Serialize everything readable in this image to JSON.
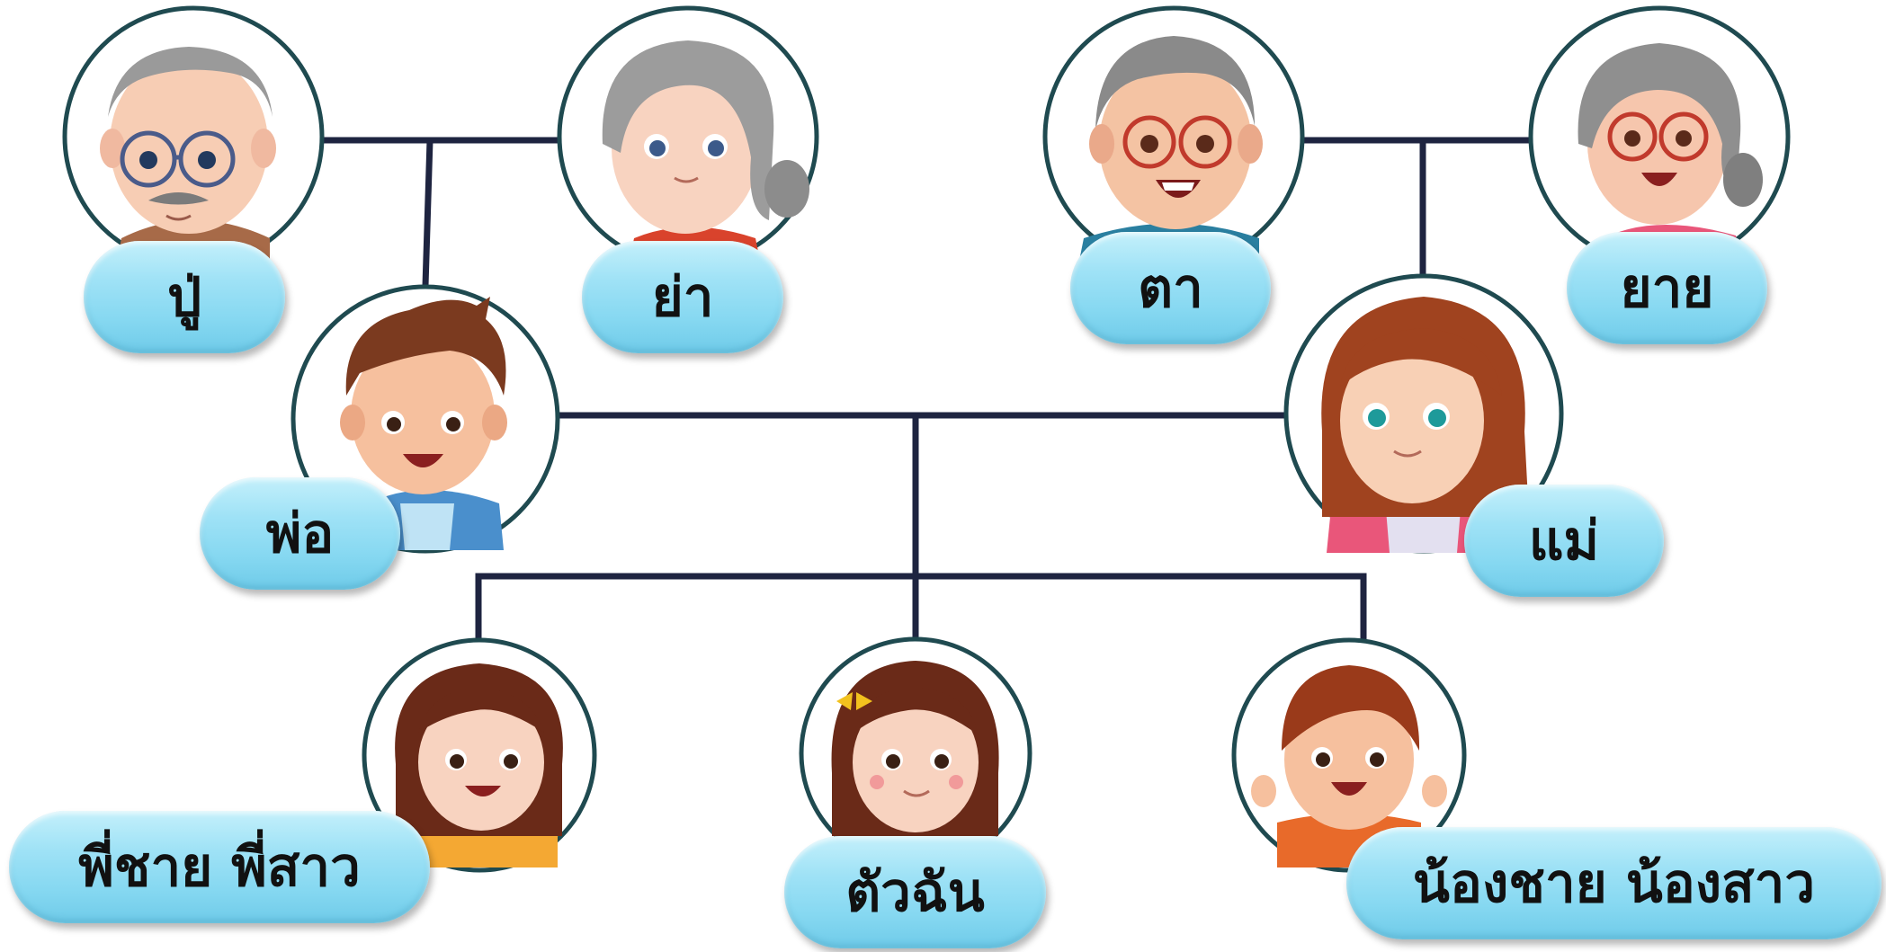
{
  "members": {
    "paternal_grandfather": {
      "label": "ปู่",
      "icon": "elderly-man-icon"
    },
    "paternal_grandmother": {
      "label": "ย่า",
      "icon": "elderly-woman-icon"
    },
    "maternal_grandfather": {
      "label": "ตา",
      "icon": "elderly-man-icon"
    },
    "maternal_grandmother": {
      "label": "ยาย",
      "icon": "elderly-woman-icon"
    },
    "father": {
      "label": "พ่อ",
      "icon": "boy-icon"
    },
    "mother": {
      "label": "แม่",
      "icon": "girl-icon"
    },
    "older_siblings": {
      "label": "พี่ชาย พี่สาว",
      "icon": "girl-icon"
    },
    "self": {
      "label": "ตัวฉัน",
      "icon": "girl-icon"
    },
    "younger_siblings": {
      "label": "น้องชาย น้องสาว",
      "icon": "boy-icon"
    }
  },
  "colors": {
    "connector_line": "#1e2440",
    "circle_border": "#1f4a50",
    "label_fill": "#8ddcf3",
    "label_text": "#111111"
  }
}
